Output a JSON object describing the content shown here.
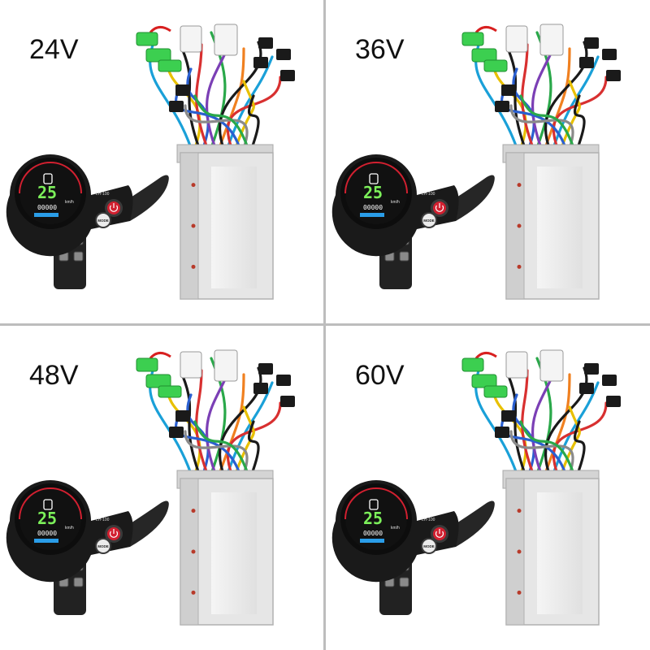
{
  "panels": [
    {
      "voltage": "24V"
    },
    {
      "voltage": "36V"
    },
    {
      "voltage": "48V"
    },
    {
      "voltage": "60V"
    }
  ],
  "display": {
    "speed": "25",
    "odometer": "00000",
    "unit": "km/h",
    "model": "LH-100",
    "mode_label": "MODE"
  },
  "colors": {
    "divider": "#bdbdbd",
    "controller_body": "#e6e6e6",
    "display_bezel": "#1a1a1a",
    "power_button": "#d22030",
    "lcd_green": "#7cf05a"
  }
}
